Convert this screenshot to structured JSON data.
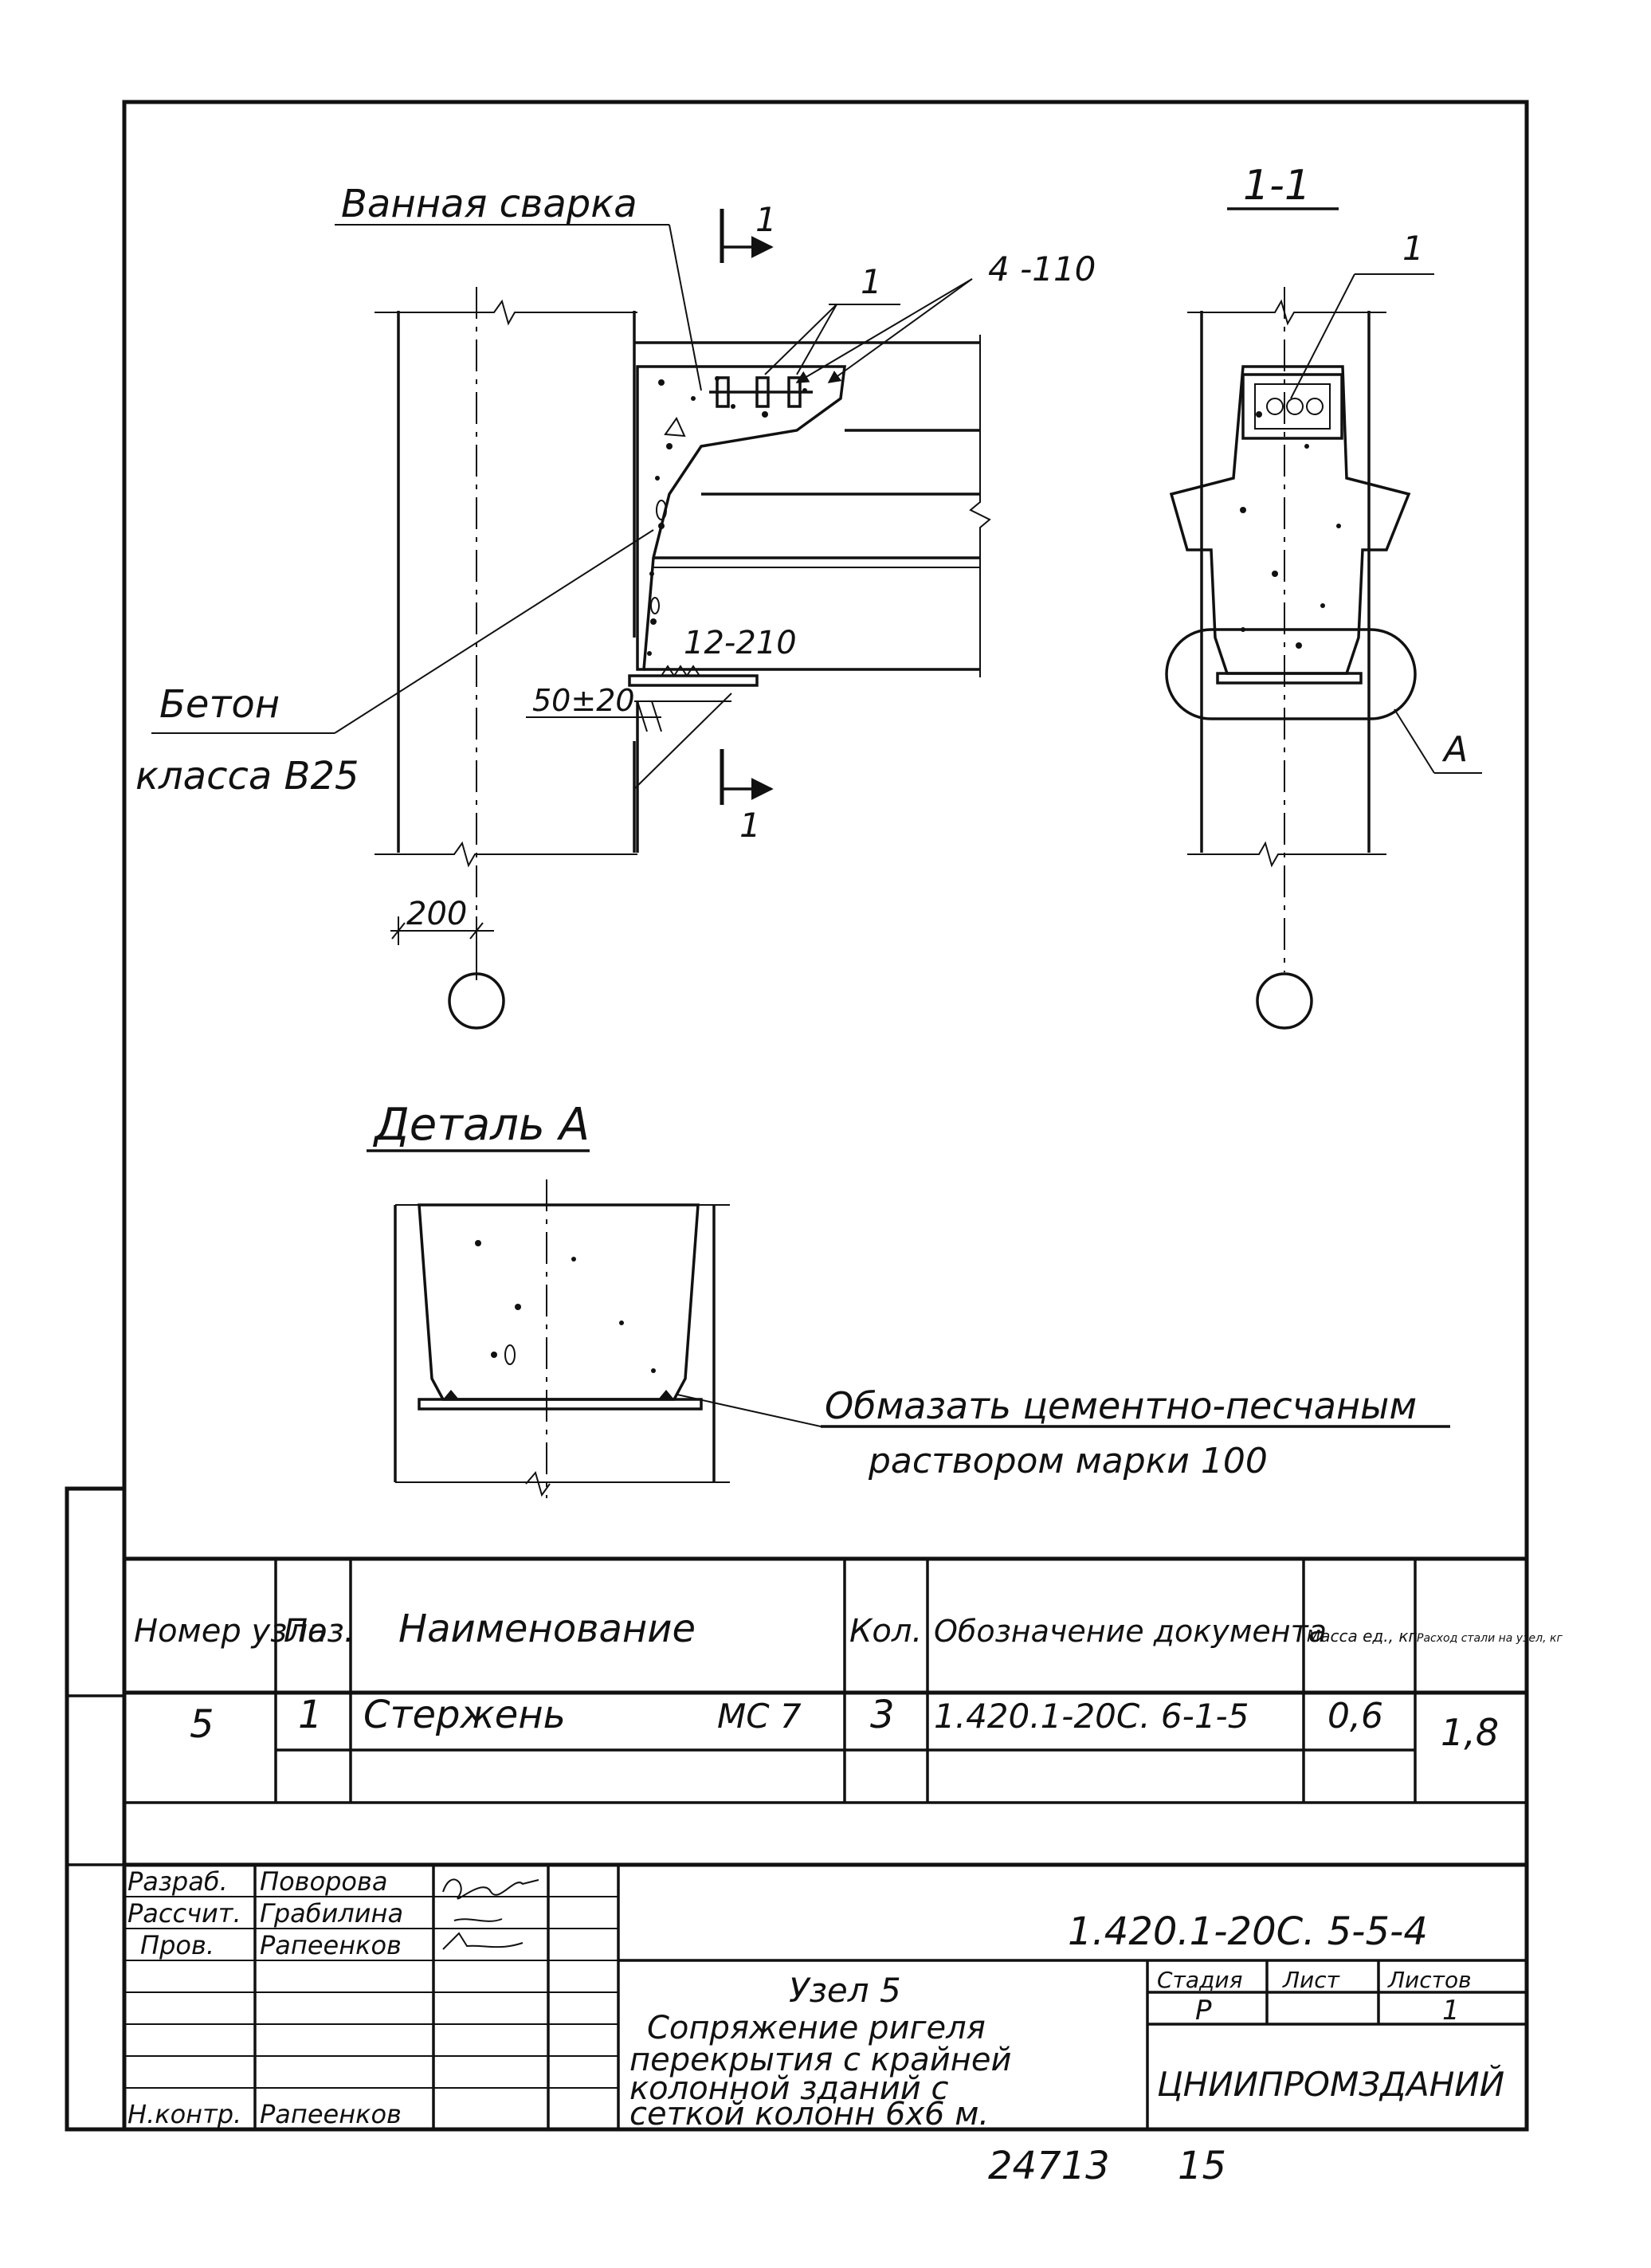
{
  "drawing": {
    "label_weld": "Ванная сварка",
    "label_pos1_top": "1",
    "label_weld_symbol": "4 -110",
    "label_section_mark_top": "1",
    "label_section_mark_bottom": "1",
    "label_concrete_line1": "Бетон",
    "label_concrete_line2": "класса В25",
    "label_weld_bottom": "12-210",
    "label_gap": "50±20",
    "label_dim_200": "200",
    "section_title": "1-1",
    "section_pos_label": "1",
    "section_detail_ref": "А",
    "detail_title": "Деталь А",
    "detail_note_line1": "Обмазать цементно-песчаным",
    "detail_note_line2": "раствором      марки 100"
  },
  "spec_table": {
    "headers": {
      "node": "Номер узла",
      "pos": "Поз.",
      "name": "Наименование",
      "qty": "Кол.",
      "doc": "Обозначение документа",
      "mass": "Масса ед., кг",
      "consumption": "Расход стали на узел, кг"
    },
    "row": {
      "node": "5",
      "pos": "1",
      "name": "Стержень",
      "mark": "МС 7",
      "qty": "3",
      "doc": "1.420.1-20С. 6-1-5",
      "mass": "0,6",
      "consumption": "1,8"
    }
  },
  "title_block": {
    "roles": [
      "Разраб.",
      "Рассчит.",
      "Пров.",
      "Н.контр."
    ],
    "names": [
      "Поворова",
      "Грабилина",
      "Рапеенков",
      "Рапеенков"
    ],
    "document_code": "1.420.1-20С. 5-5-4",
    "node_title": "Узел 5",
    "description_lines": [
      "Сопряжение ригеля",
      "перекрытия с крайней",
      "колонной зданий с",
      "сеткой колонн 6х6 м."
    ],
    "stage_header": "Стадия",
    "sheet_header": "Лист",
    "sheets_header": "Листов",
    "stage_value": "Р",
    "sheets_value": "1",
    "organization": "ЦНИИПРОМЗДАНИЙ"
  },
  "footer": {
    "inventory_number": "24713",
    "page_number": "15"
  }
}
